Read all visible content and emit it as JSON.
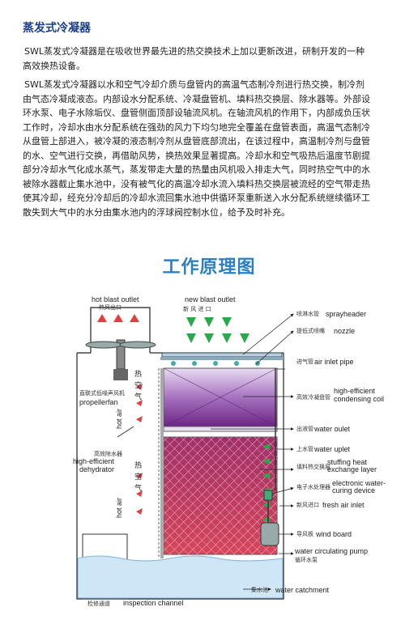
{
  "page": {
    "title": "蒸发式冷凝器",
    "paragraphs": [
      "SWL蒸发式冷凝器是在吸收世界最先进的热交换技术上加以更新改进，研制开发的一种",
      "高效换热设备。",
      "SWL蒸发式冷凝器以水和空气冷却介质与盘管内的高温气态制冷剂进行热交换，制冷剂",
      "由气态冷凝成液态。内部设水分配系统、冷凝盘管机、填料热交换层、除水器等。外部设",
      "环水泵、电子水除垢仪、盘管侧面顶部设轴流风机。在轴流风机的作用下，内部成负压状",
      "工作时，冷却水由水分配系统在强劲的风力下均匀地完全覆盖在盘管表面，高温气态制冷",
      "从盘管上部进入，被冷凝的液态制冷剂从盘管底部流出，在该过程中，高温制冷剂与盘管",
      "的水、空气进行交换，再借助风势，换热效果显著提高。冷却水和空气吸热后温度节剧提",
      "部分冷却水气化成水蒸气，蒸发带走大量的热量由风机吸入排走大气，同时热空气中的水",
      "被除水器截止集水池中，没有被气化的高温冷却水流入填料热交换层被流经的空气带走热",
      "使其冷却，经充分冷却后的冷却水流回集水池中供循环泵重新送入水分配系统继续循环工",
      "散失到大气中的水分由集水池内的浮球阀控制水位，给予及时补充。"
    ]
  },
  "diagram": {
    "title": "工作原理图",
    "labels": {
      "hot_blast_outlet": "hot blast outlet",
      "hot_blast_outlet_cn": "热风出口",
      "new_blast_outlet": "new blast outlet",
      "new_blast_outlet_cn": "新 风 进 口",
      "sprayheader": "sprayheader",
      "sprayheader_cn": "喷淋水管",
      "nozzle": "nozzle",
      "nozzle_cn": "提低式喷嘴",
      "air_inlet_pipe": "air inlet pipe",
      "air_inlet_pipe_cn": "进气管",
      "condensing_coil": "high-efficient\ncondensing coil",
      "condensing_coil_cn": "高效冷凝盘管",
      "water_outlet": "water oulet",
      "water_outlet_cn": "出液管",
      "water_uplet": "water uplet",
      "water_uplet_cn": "上水管",
      "stuffing": "stuffing heat\nexchange layer",
      "stuffing_cn": "填料热交换层",
      "electronic": "electronic water-\ncuring device",
      "electronic_cn": "电子水处理器",
      "fresh_air_inlet": "fresh air inlet",
      "fresh_air_inlet_cn": "新风进口",
      "wind_board": "wind board",
      "wind_board_cn": "导风板",
      "pump": "water circulating pump",
      "pump_cn": "循环水泵",
      "catchment": "water catchment",
      "catchment_cn": "集水池",
      "propeller": "propellerfan",
      "propeller_cn": "直联式低噪声风机",
      "dehydrator": "high-efficient\ndehydrator",
      "dehydrator_cn": "高效除水器",
      "hot_air": "hot air",
      "hot_air_cn": "热 空 气",
      "inspection": "inspection channel",
      "inspection_cn": "检修通道"
    },
    "colors": {
      "coil_top": "#d9c7ea",
      "coil_bottom": "#7a2a8c",
      "fill_red": "#c8334e",
      "water": "#cfe6f7",
      "arrow_red": "#e04040",
      "arrow_green": "#2aa84a",
      "title_blue": "#2c7fc1"
    }
  }
}
